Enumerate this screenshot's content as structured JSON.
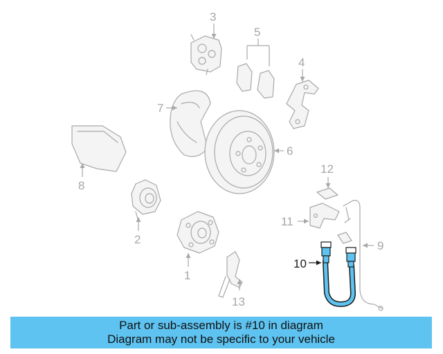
{
  "diagram": {
    "highlighted_part": "10",
    "callouts": {
      "c1": "1",
      "c2": "2",
      "c3": "3",
      "c4": "4",
      "c5": "5",
      "c6": "6",
      "c7": "7",
      "c8": "8",
      "c9": "9",
      "c10": "10",
      "c11": "11",
      "c12": "12",
      "c13": "13"
    },
    "colors": {
      "highlight": "#5ec3f1",
      "outline": "#a8a8a8",
      "active_outline": "#1a1a1a"
    }
  },
  "banner": {
    "line1": "Part or sub-assembly is #10 in diagram",
    "line2": "Diagram may not be specific to your vehicle"
  }
}
